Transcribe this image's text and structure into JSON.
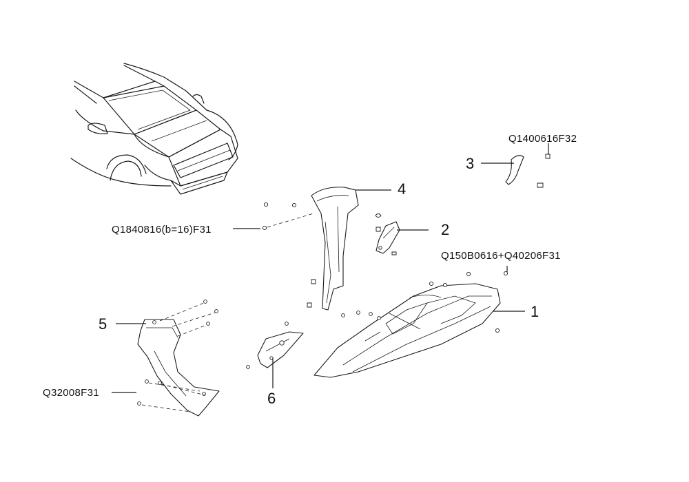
{
  "callouts": {
    "c1": "1",
    "c2": "2",
    "c3": "3",
    "c4": "4",
    "c5": "5",
    "c6": "6"
  },
  "fastener_codes": {
    "f_q1400616f32": "Q1400616F32",
    "f_q1840816": "Q1840816(b=16)F31",
    "f_q150b0616": "Q150B0616+Q40206F31",
    "f_q32008f31": "Q32008F31"
  }
}
